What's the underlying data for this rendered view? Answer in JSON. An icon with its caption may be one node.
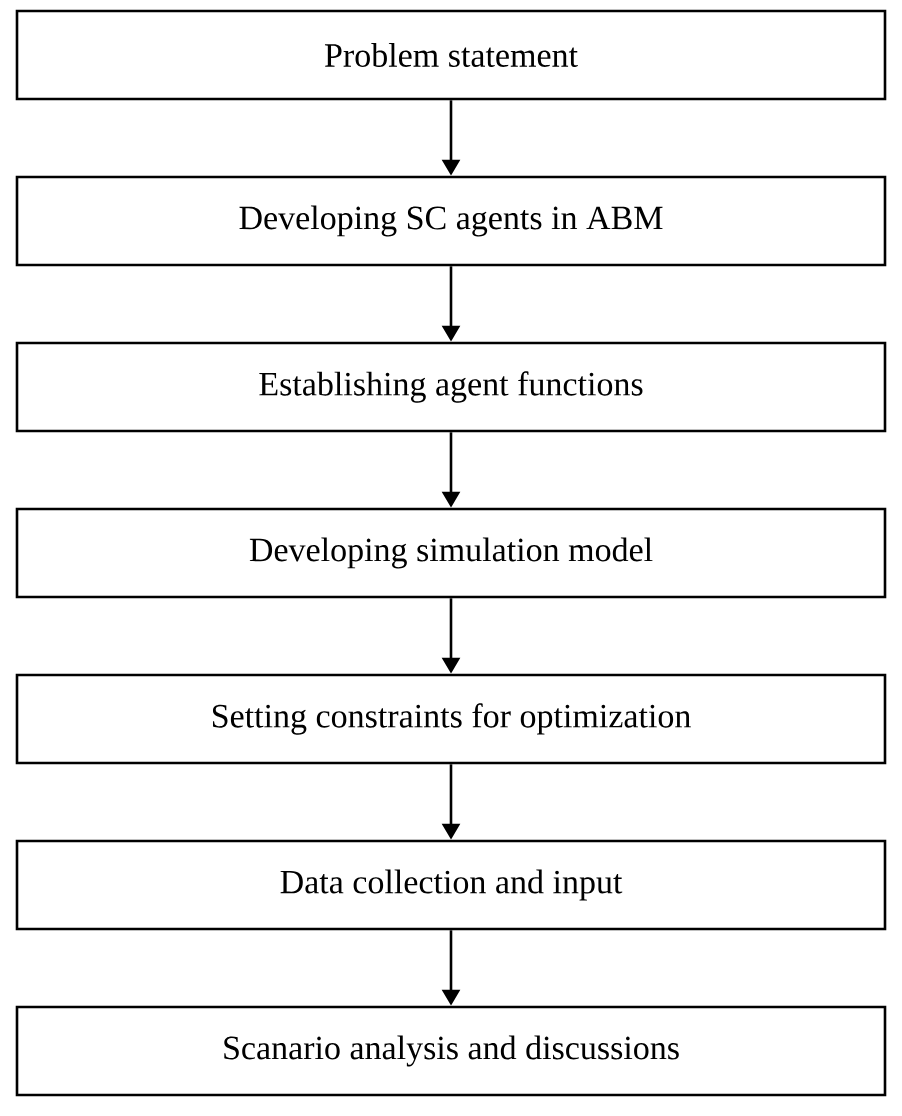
{
  "diagram": {
    "nodes": [
      {
        "text": [
          "Problem statement"
        ]
      },
      {
        "text": [
          "Developing SC agents in ABM"
        ]
      },
      {
        "text": [
          "Establishing agent functions"
        ]
      },
      {
        "text": [
          "Developing simulation model"
        ]
      },
      {
        "text": [
          "Setting constraints for optimization"
        ]
      },
      {
        "text": [
          "Data collection and input"
        ]
      },
      {
        "text": [
          "Scanario analysis and discussions"
        ]
      }
    ],
    "edges": [
      {
        "from": 0,
        "to": 1,
        "arrow": "to"
      },
      {
        "from": 1,
        "to": 2,
        "arrow": "to"
      },
      {
        "from": 2,
        "to": 3,
        "arrow": "to"
      },
      {
        "from": 3,
        "to": 4,
        "arrow": "to"
      },
      {
        "from": 4,
        "to": 5,
        "arrow": "to"
      },
      {
        "from": 5,
        "to": 6,
        "arrow": "to"
      }
    ]
  }
}
